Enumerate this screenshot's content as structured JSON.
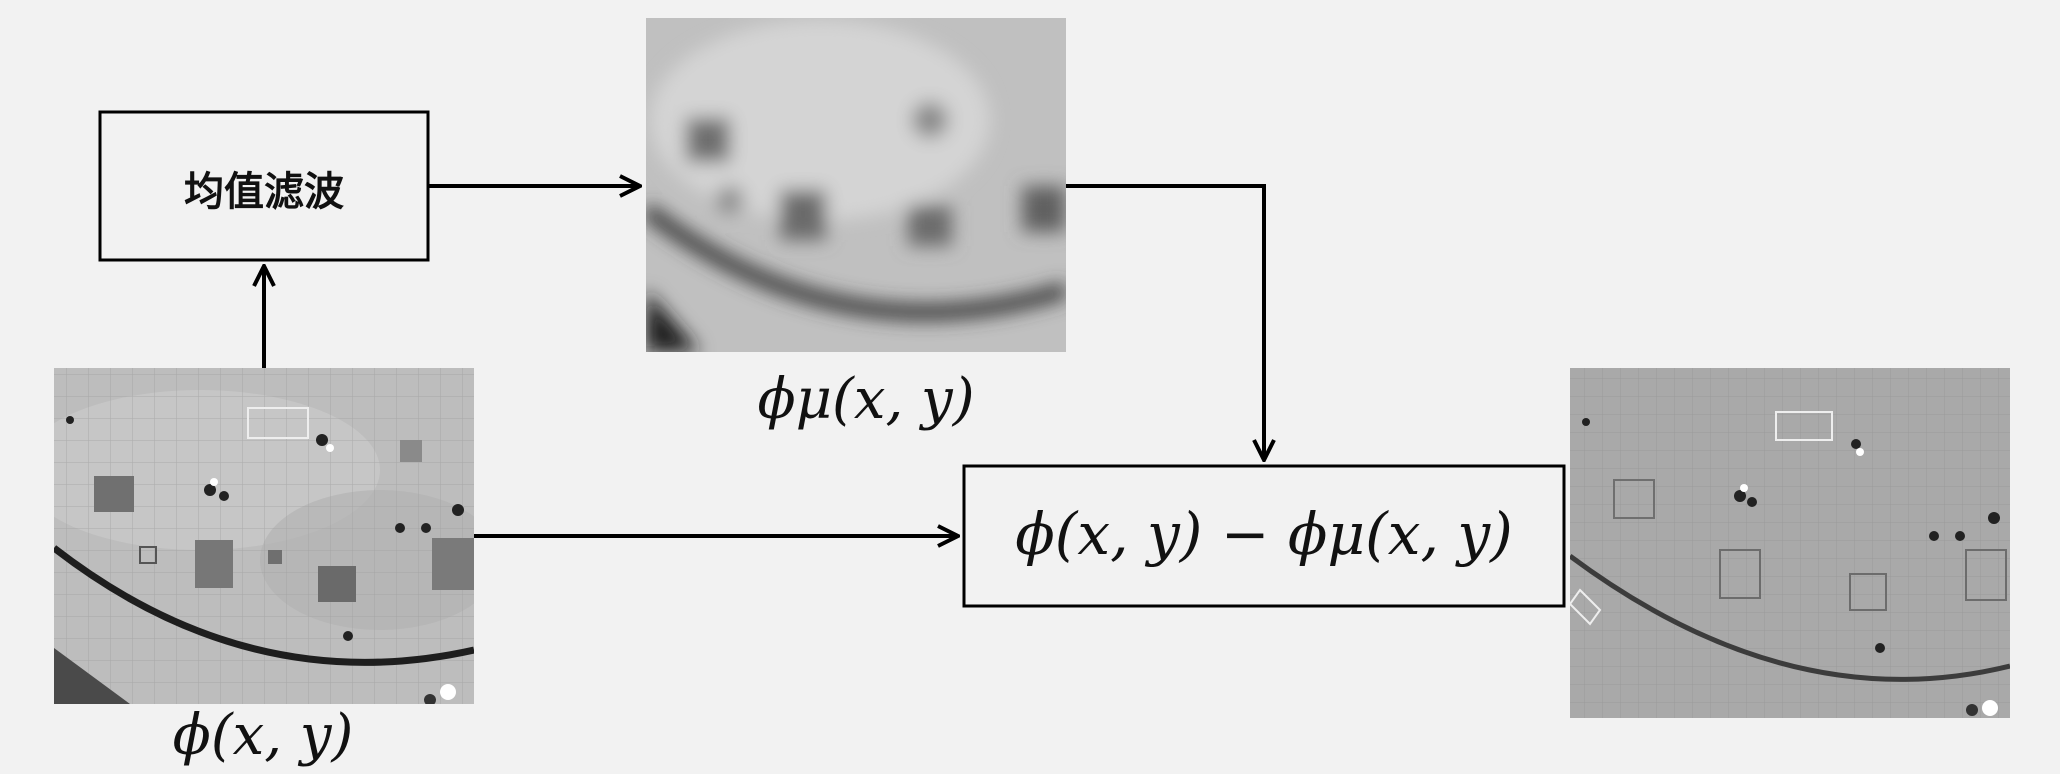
{
  "diagram": {
    "filter_box_label": "均值滤波",
    "labels": {
      "input_image": "ϕ(x, y)",
      "blurred_image": "ϕμ(x, y)",
      "difference_box": "ϕ(x, y) − ϕμ(x, y)"
    },
    "colors": {
      "background": "#f2f2f2",
      "stroke": "#000000",
      "image_light": "#c8c8c8",
      "image_dark": "#5a5a5a"
    }
  }
}
